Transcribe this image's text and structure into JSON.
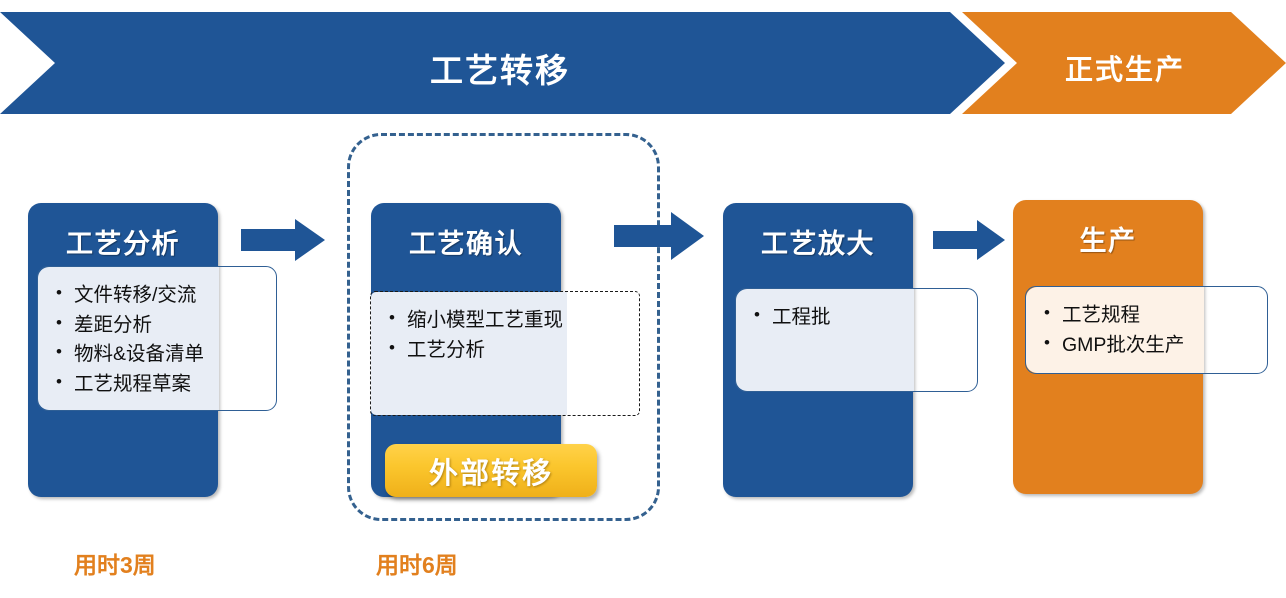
{
  "banner": {
    "primary_label": "工艺转移",
    "secondary_label": "正式生产",
    "primary_color": "#1f5596",
    "secondary_color": "#e2801e"
  },
  "stages": [
    {
      "key": "process-analysis",
      "title": "工艺分析",
      "color": "#1f5596",
      "bullets": [
        "文件转移/交流",
        "差距分析",
        "物料&设备清单",
        "工艺规程草案"
      ]
    },
    {
      "key": "process-confirmation",
      "title": "工艺确认",
      "color": "#1f5596",
      "bullets": [
        "缩小模型工艺重现",
        "工艺分析"
      ]
    },
    {
      "key": "process-scaleup",
      "title": "工艺放大",
      "color": "#1f5596",
      "bullets": [
        "工程批"
      ]
    },
    {
      "key": "production",
      "title": "生产",
      "color": "#e2801e",
      "bullets": [
        "工艺规程",
        "GMP批次生产"
      ]
    }
  ],
  "badge": {
    "label": "外部转移",
    "color": "#fbc62d"
  },
  "durations": [
    {
      "key": "duration-stage-1",
      "label": "用时3周"
    },
    {
      "key": "duration-stage-2",
      "label": "用时6周"
    }
  ],
  "dashed_group": {
    "border_color": "#34618f"
  },
  "arrows": {
    "color": "#1f5596",
    "count": 3
  }
}
